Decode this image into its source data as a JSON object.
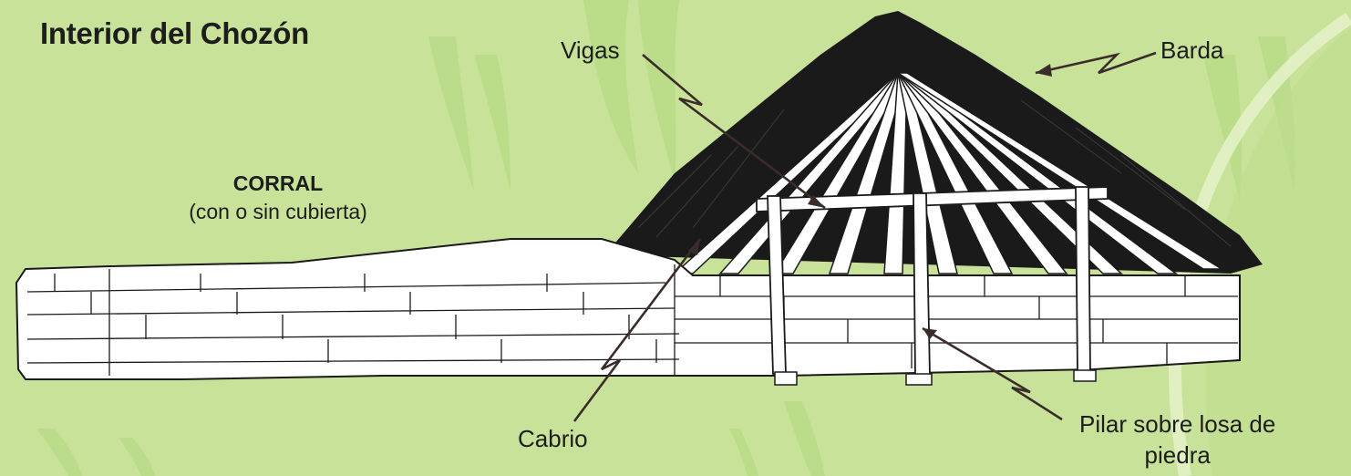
{
  "title": "Interior del Chozón",
  "corral": {
    "name": "CORRAL",
    "subtitle": "(con o sin cubierta)"
  },
  "labels": {
    "vigas": "Vigas",
    "barda": "Barda",
    "cabrio": "Cabrio",
    "pilar_line1": "Pilar sobre losa de",
    "pilar_line2": "piedra"
  },
  "colors": {
    "background": "#c9e29a",
    "ink": "#1d1d1d",
    "grass": "#aed47c",
    "stone_fill": "#ffffff",
    "thatch": "#1a1a1a"
  }
}
